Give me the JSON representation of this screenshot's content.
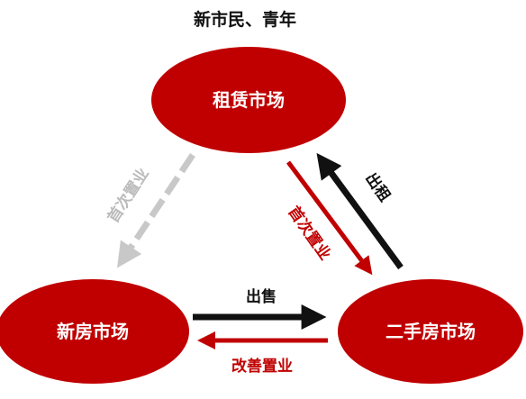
{
  "title": "新市民、青年",
  "colors": {
    "node_fill": "#C00000",
    "black_arrow": "#111111",
    "red_arrow": "#C00000",
    "gray_arrow": "#C8C8C8"
  },
  "nodes": {
    "rental": "租赁市场",
    "new_home": "新房市场",
    "second_hand": "二手房市场"
  },
  "edges": {
    "rental_to_new_home": "首次置业",
    "rental_to_second_hand": "首次置业",
    "second_hand_to_rental": "出租",
    "new_home_to_second_hand": "出售",
    "second_hand_to_new_home": "改善置业"
  }
}
